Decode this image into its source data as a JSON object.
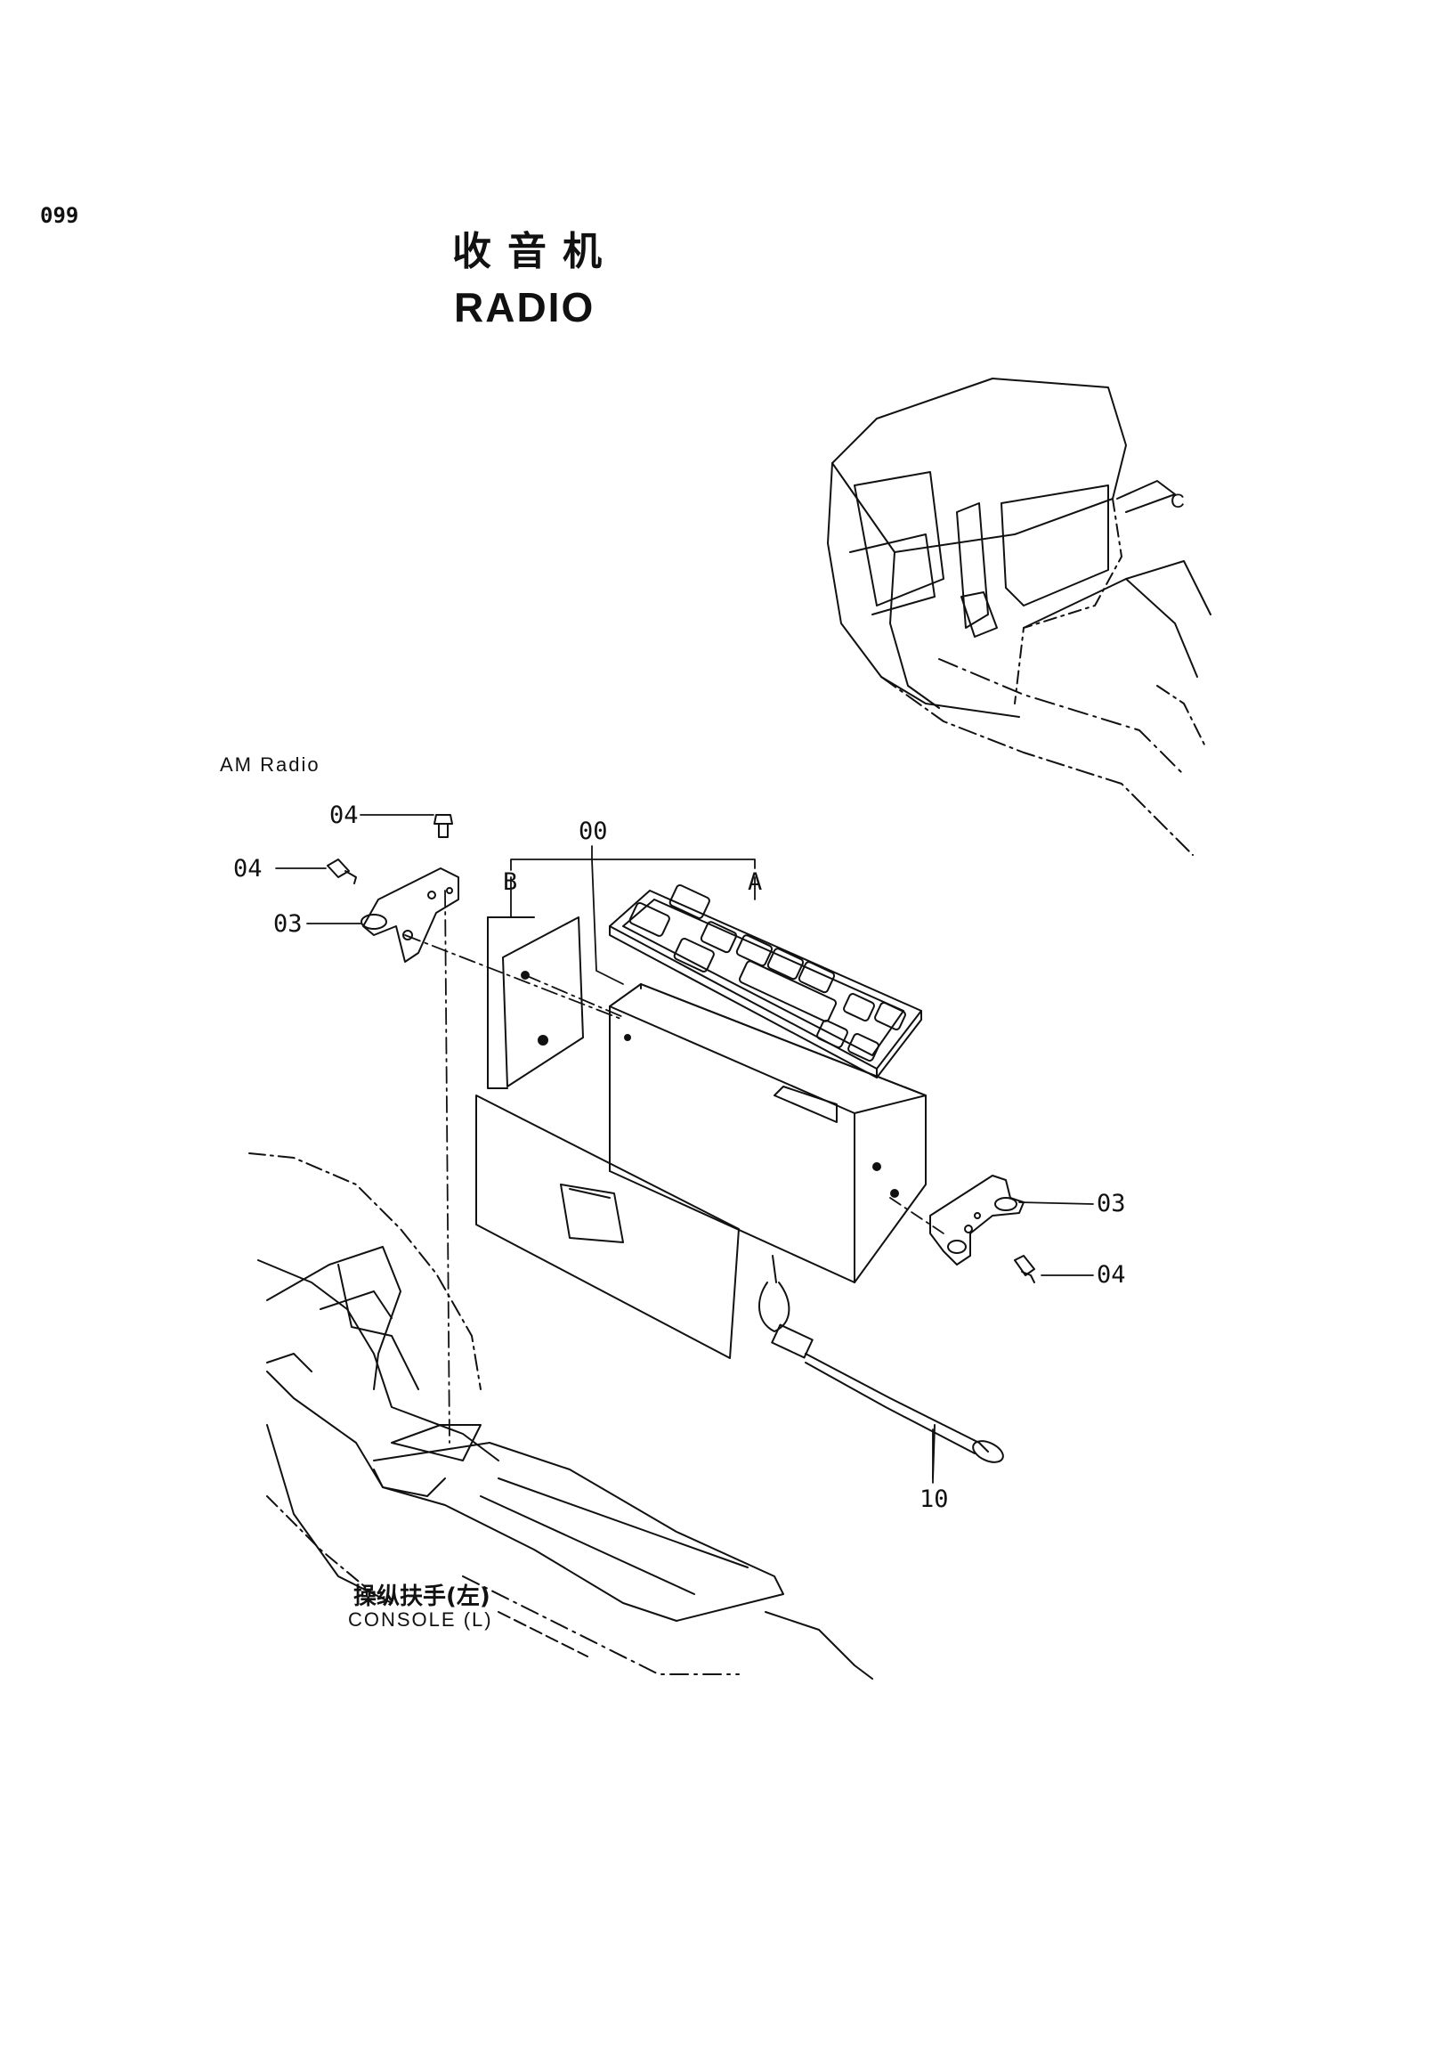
{
  "page": {
    "number": "099",
    "title_cn": "收音机",
    "title_en": "RADIO"
  },
  "diagram": {
    "variant_label": "AM Radio",
    "callouts": {
      "c04_top": "04",
      "c04_mid": "04",
      "c03_left": "03",
      "c00": "00",
      "cB": "B",
      "cA": "A",
      "c03_right": "03",
      "c04_right": "04",
      "c10": "10"
    },
    "console_label_cn": "操纵扶手(左)",
    "console_label_en": "CONSOLE (L)"
  },
  "colors": {
    "ink": "#111111",
    "paper": "#ffffff"
  }
}
